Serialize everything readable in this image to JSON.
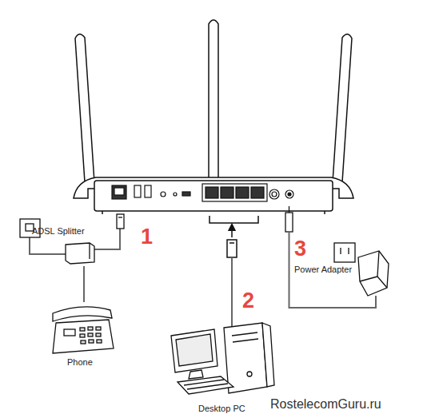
{
  "diagram": {
    "nodes": [
      {
        "text": [
          "ADSL Splitter"
        ]
      },
      {
        "text": [
          "Phone"
        ]
      },
      {
        "text": [
          "Desktop PC"
        ]
      },
      {
        "text": [
          "Power Adapter"
        ]
      }
    ],
    "edges": [
      {
        "from": 0,
        "to": 1,
        "arrow": "none"
      }
    ],
    "labels": [
      "1",
      "2",
      "3",
      "RostelecomGuru.ru"
    ]
  }
}
